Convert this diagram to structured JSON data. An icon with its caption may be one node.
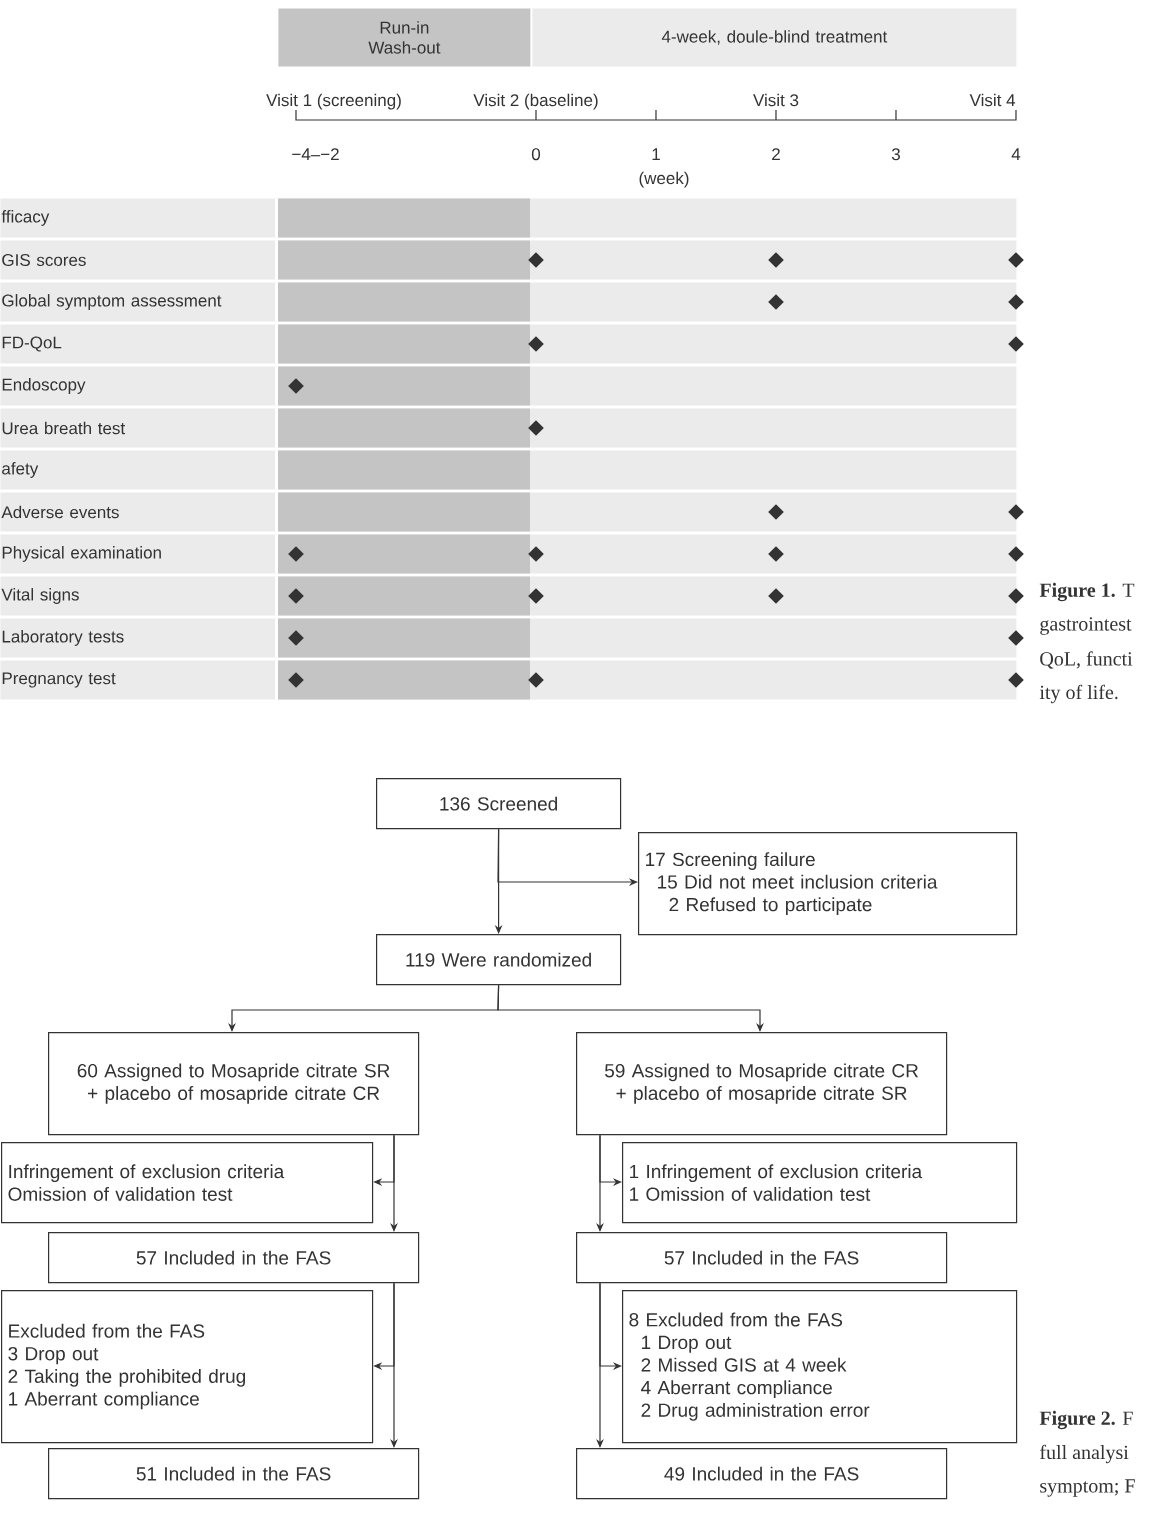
{
  "diagram": {
    "nodes": [
      {
        "text": [
          "Run-in Wash-out"
        ]
      },
      {
        "text": [
          "4-week, doule-blind treatment"
        ]
      },
      {
        "text": [
          "fficacy"
        ]
      },
      {
        "text": [
          "GIS scores"
        ]
      },
      {
        "text": [],
        "shape": "diamond",
        "in": 3
      },
      {
        "text": [],
        "shape": "diamond",
        "in": 3
      },
      {
        "text": [],
        "shape": "diamond",
        "in": 3
      },
      {
        "text": [
          "Global symptom assessment"
        ]
      },
      {
        "text": [],
        "shape": "diamond",
        "in": 7
      },
      {
        "text": [],
        "shape": "diamond",
        "in": 7
      },
      {
        "text": [
          "FD-QoL"
        ]
      },
      {
        "text": [],
        "shape": "diamond",
        "in": 10
      },
      {
        "text": [],
        "shape": "diamond",
        "in": 10
      },
      {
        "text": [
          "Endoscopy"
        ]
      },
      {
        "text": [],
        "shape": "diamond",
        "in": 13
      },
      {
        "text": [
          "Urea breath test"
        ]
      },
      {
        "text": [],
        "shape": "diamond",
        "in": 15
      },
      {
        "text": [
          "afety"
        ]
      },
      {
        "text": [
          "Adverse events"
        ]
      },
      {
        "text": [],
        "shape": "diamond",
        "in": 18
      },
      {
        "text": [],
        "shape": "diamond",
        "in": 18
      },
      {
        "text": [
          "Physical examination"
        ]
      },
      {
        "text": [],
        "shape": "diamond",
        "in": 21
      },
      {
        "text": [],
        "shape": "diamond",
        "in": 21
      },
      {
        "text": [],
        "shape": "diamond",
        "in": 21
      },
      {
        "text": [],
        "shape": "diamond",
        "in": 21
      },
      {
        "text": [
          "Vital signs"
        ]
      },
      {
        "text": [],
        "shape": "diamond",
        "in": 26
      },
      {
        "text": [],
        "shape": "diamond",
        "in": 26
      },
      {
        "text": [],
        "shape": "diamond",
        "in": 26
      },
      {
        "text": [],
        "shape": "diamond",
        "in": 26
      },
      {
        "text": [
          "Laboratory tests"
        ]
      },
      {
        "text": [],
        "shape": "diamond",
        "in": 31
      },
      {
        "text": [],
        "shape": "diamond",
        "in": 31
      },
      {
        "text": [
          "Pregnancy test"
        ]
      },
      {
        "text": [],
        "shape": "diamond",
        "in": 34
      },
      {
        "text": [],
        "shape": "diamond",
        "in": 34
      },
      {
        "text": [],
        "shape": "diamond",
        "in": 34
      },
      {
        "text": [
          "136 Screened"
        ]
      },
      {
        "text": [
          "17 Screening failure",
          "15 Did not meet inclusion criteria",
          "2 Refused to participate"
        ]
      },
      {
        "text": [
          "119 Were randomized"
        ]
      },
      {
        "text": [
          "60 Assigned to Mosapride citrate SR + placebo of mosapride citrate CR"
        ]
      },
      {
        "text": [
          "59 Assigned to Mosapride citrate CR + placebo of mosapride citrate SR"
        ]
      },
      {
        "text": [
          "Infringement of exclusion criteria",
          "Omission of validation test"
        ]
      },
      {
        "text": [
          "1 Infringement of exclusion criteria",
          "1 Omission of validation test"
        ]
      },
      {
        "text": [
          "57 Included in the FAS"
        ]
      },
      {
        "text": [
          "57 Included in the FAS"
        ]
      },
      {
        "text": [
          "Excluded from the FAS",
          "3 Drop out",
          "2 Taking the prohibited drug",
          "1 Aberrant compliance"
        ]
      },
      {
        "text": [
          "8 Excluded from the FAS",
          "1 Drop out",
          "2 Missed GIS at 4 week",
          "4 Aberrant compliance",
          "2 Drug administration error"
        ]
      },
      {
        "text": [
          "51 Included in the FAS"
        ]
      },
      {
        "text": [
          "49 Included in the FAS"
        ]
      }
    ],
    "edges": [
      {
        "from": 38,
        "to": 40,
        "arrow": "to"
      },
      {
        "from": 38,
        "to": 39,
        "arrow": "to"
      },
      {
        "from": 40,
        "to": 41,
        "arrow": "to"
      },
      {
        "from": 40,
        "to": 42,
        "arrow": "to"
      },
      {
        "from": 41,
        "to": 45,
        "arrow": "to"
      },
      {
        "from": 41,
        "to": 43,
        "arrow": "to"
      },
      {
        "from": 42,
        "to": 46,
        "arrow": "to"
      },
      {
        "from": 42,
        "to": 44,
        "arrow": "to"
      },
      {
        "from": 45,
        "to": 49,
        "arrow": "to"
      },
      {
        "from": 45,
        "to": 47,
        "arrow": "to"
      },
      {
        "from": 46,
        "to": 50,
        "arrow": "to"
      },
      {
        "from": 46,
        "to": 48,
        "arrow": "to"
      }
    ],
    "labels": [
      "Visit 1 (screening)",
      "Visit 2 (baseline)",
      "Visit 3",
      "Visit 4",
      "−4–−2",
      "0",
      "1",
      "2",
      "3",
      "4",
      "(week)",
      "**Figure 1.** T",
      "gastrointest",
      "QoL, functi",
      "ity of life.",
      "**Figure 2.** F",
      "full analysi",
      "symptom; F"
    ]
  }
}
